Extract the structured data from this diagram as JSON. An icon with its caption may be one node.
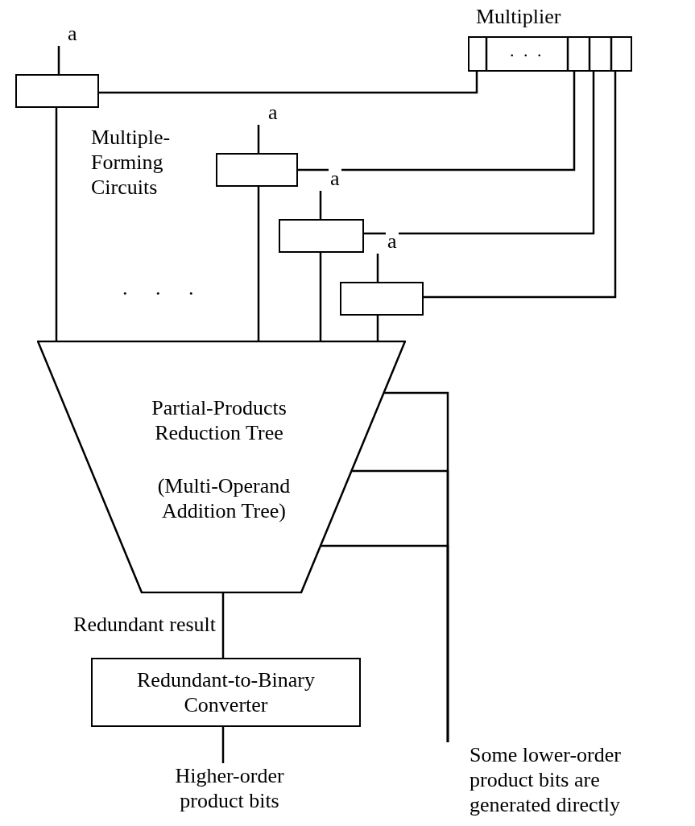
{
  "diagram": {
    "nodes": [
      {
        "text": [
          "Multiplier",
          ". . ."
        ]
      },
      {
        "text": [],
        "shape": "box"
      },
      {
        "text": [],
        "shape": "box"
      },
      {
        "text": [],
        "shape": "box"
      },
      {
        "text": [],
        "shape": "box"
      },
      {
        "text": [
          "Partial-Products Reduction Tree",
          "(Multi-Operand Addition Tree)"
        ]
      },
      {
        "text": [
          "Redundant-to-Binary Converter"
        ]
      },
      {
        "text": [
          "Higher-order product bits"
        ]
      },
      {
        "text": [
          "Some lower-order product bits are generated directly"
        ]
      }
    ],
    "edges": [
      {
        "from": null,
        "to": 1,
        "arrow": "none",
        "label": "a"
      },
      {
        "from": 0,
        "to": 1,
        "arrow": "none"
      },
      {
        "from": 1,
        "to": 5,
        "arrow": "none"
      },
      {
        "from": null,
        "to": 2,
        "arrow": "none",
        "label": "a"
      },
      {
        "from": 0,
        "to": 2,
        "arrow": "none"
      },
      {
        "from": 2,
        "to": 5,
        "arrow": "none"
      },
      {
        "from": null,
        "to": 3,
        "arrow": "none",
        "label": "a"
      },
      {
        "from": 0,
        "to": 3,
        "arrow": "none"
      },
      {
        "from": 3,
        "to": 5,
        "arrow": "none"
      },
      {
        "from": null,
        "to": 4,
        "arrow": "none",
        "label": "a"
      },
      {
        "from": 0,
        "to": 4,
        "arrow": "none"
      },
      {
        "from": 4,
        "to": 5,
        "arrow": "none"
      },
      {
        "from": 5,
        "to": 8,
        "arrow": "none"
      },
      {
        "from": 5,
        "to": 8,
        "arrow": "none"
      },
      {
        "from": 5,
        "to": 8,
        "arrow": "none"
      },
      {
        "from": 5,
        "to": 6,
        "arrow": "none",
        "label": "Redundant result"
      },
      {
        "from": 6,
        "to": 7,
        "arrow": "none"
      }
    ],
    "labels": [
      "Multiple- Forming Circuits",
      ". . ."
    ]
  }
}
